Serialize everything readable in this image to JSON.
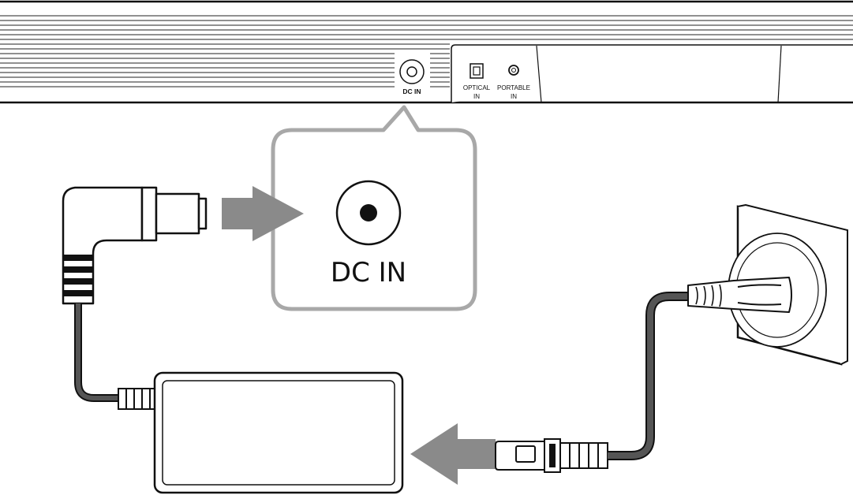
{
  "panel": {
    "dc_in_label": "DC IN",
    "optical_label_line1": "OPTICAL",
    "optical_label_line2": "IN",
    "portable_label_line1": "PORTABLE",
    "portable_label_line2": "IN"
  },
  "callout": {
    "dc_in_label": "DC IN"
  },
  "colors": {
    "line": "#111111",
    "cable": "#555555",
    "arrow": "#8a8a8a",
    "callout_border": "#a8a8a8"
  }
}
